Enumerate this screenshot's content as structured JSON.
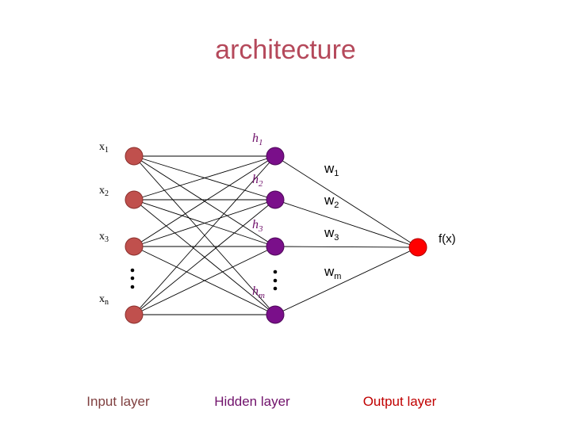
{
  "title": "architecture",
  "colors": {
    "title": "#b5495b",
    "input_node": "#c0504d",
    "hidden_node": "#7a0f8a",
    "output_node": "#ff0000",
    "edge": "#000000",
    "input_caption": "#7f3f3f",
    "hidden_caption": "#70126b",
    "output_caption": "#c00000"
  },
  "input_labels": [
    {
      "base": "x",
      "sub": "1"
    },
    {
      "base": "x",
      "sub": "2"
    },
    {
      "base": "x",
      "sub": "3"
    },
    {
      "base": "x",
      "sub": "n"
    }
  ],
  "hidden_labels": [
    {
      "base": "h",
      "sub": "1"
    },
    {
      "base": "h",
      "sub": "2"
    },
    {
      "base": "h",
      "sub": "3"
    },
    {
      "base": "h",
      "sub": "m"
    }
  ],
  "weight_labels": [
    {
      "base": "w",
      "sub": "1"
    },
    {
      "base": "w",
      "sub": "2"
    },
    {
      "base": "w",
      "sub": "3"
    },
    {
      "base": "w",
      "sub": "m"
    }
  ],
  "output_label": "f(x)",
  "captions": {
    "input": "Input layer",
    "hidden": "Hidden layer",
    "output": "Output layer"
  }
}
